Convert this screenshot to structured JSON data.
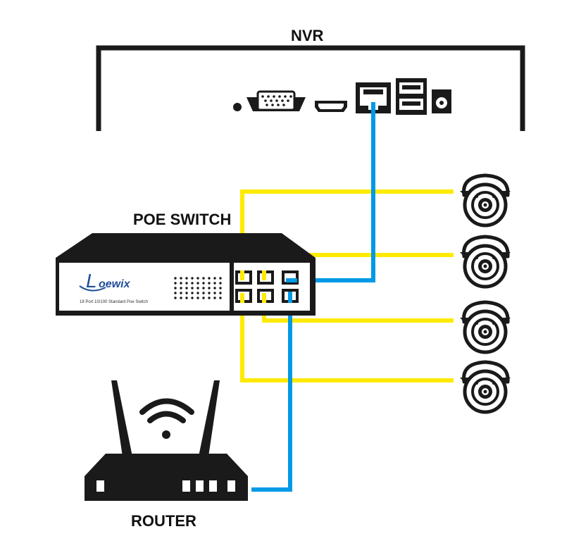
{
  "labels": {
    "nvr": "NVR",
    "poe_switch": "POE SWITCH",
    "router": "ROUTER"
  },
  "switch": {
    "brand": "oewix",
    "model_text": "18 Port 10/100 Standard Poe Switch"
  },
  "colors": {
    "poe_cable": "#FFEA00",
    "network_cable": "#0099E6",
    "device": "#1A1A1A",
    "brand_text": "#1F4E9A"
  },
  "icons": [
    "wifi-icon",
    "dome-camera-icon",
    "rj45-port-icon",
    "usb-port-icon",
    "hdmi-port-icon",
    "vga-port-icon",
    "dc-power-port-icon"
  ]
}
